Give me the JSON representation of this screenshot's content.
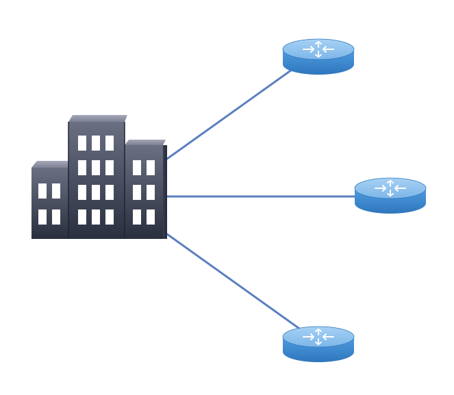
{
  "diagram": {
    "hub": {
      "kind": "building",
      "icon": "office-building-icon"
    },
    "nodes": [
      {
        "id": "router-top",
        "icon": "router-icon"
      },
      {
        "id": "router-middle",
        "icon": "router-icon"
      },
      {
        "id": "router-bottom",
        "icon": "router-icon"
      }
    ],
    "links": [
      {
        "from": "hub",
        "to": "router-top"
      },
      {
        "from": "hub",
        "to": "router-middle"
      },
      {
        "from": "hub",
        "to": "router-bottom"
      }
    ],
    "colors": {
      "link": "#5a7fbf",
      "router_top": "#8fc3ee",
      "router_side": "#3f8fd6",
      "router_edge": "#2f77bd",
      "arrow": "#ffffff",
      "building_dark": "#2a2f3f",
      "building_mid": "#5a6072",
      "building_light": "#8c90a2",
      "window": "#ffffff"
    }
  }
}
